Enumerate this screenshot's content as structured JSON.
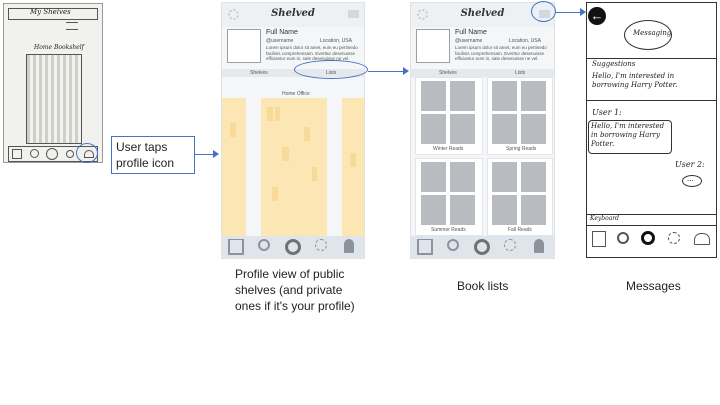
{
  "sketch_screen": {
    "title": "My Shelves",
    "subtitle": "Home Bookshelf"
  },
  "callout": {
    "text": "User taps profile icon"
  },
  "profile_screen": {
    "app_title": "Shelved",
    "full_name": "Full Name",
    "username": "@username",
    "location": "Location, USA",
    "bio": "Lorem ipsum dolor sit amet, eum eu pertinedo facilisis comprehensam. Everttur desenuisse efficiantur eum in, sale desenuisse ne vel.",
    "tabs": [
      "Shelves",
      "Lists"
    ],
    "shelf_label": "Home Office",
    "caption": "Profile view of public shelves (and private ones if it's your profile)"
  },
  "lists_screen": {
    "app_title": "Shelved",
    "full_name": "Full Name",
    "username": "@username",
    "location": "Location, USA",
    "bio": "Lorem ipsum dolor sit amet, eum eu pertinedo facilisis comprehensam. Everttur desenuisse efficiantur eum in, sale desenuisse ne vel.",
    "tabs": [
      "Shelves",
      "Lists"
    ],
    "lists": [
      "Winter Reads",
      "Spring Reads",
      "Summer Reads",
      "Fall Reads"
    ],
    "caption": "Book lists"
  },
  "messages_screen": {
    "header": "Messaging",
    "suggestion_label": "Suggestions",
    "suggestion_text": "Hello, I'm interested in borrowing Harry Potter.",
    "user1_label": "User 1:",
    "user1_text": "Hello, I'm interested in borrowing Harry Potter.",
    "user2_label": "User 2:",
    "user2_text": "...",
    "keyboard_label": "Keyboard",
    "caption": "Messages"
  },
  "colors": {
    "accent": "#4472c4",
    "shelf": "#fce7b4",
    "tile": "#b8bcc0"
  }
}
